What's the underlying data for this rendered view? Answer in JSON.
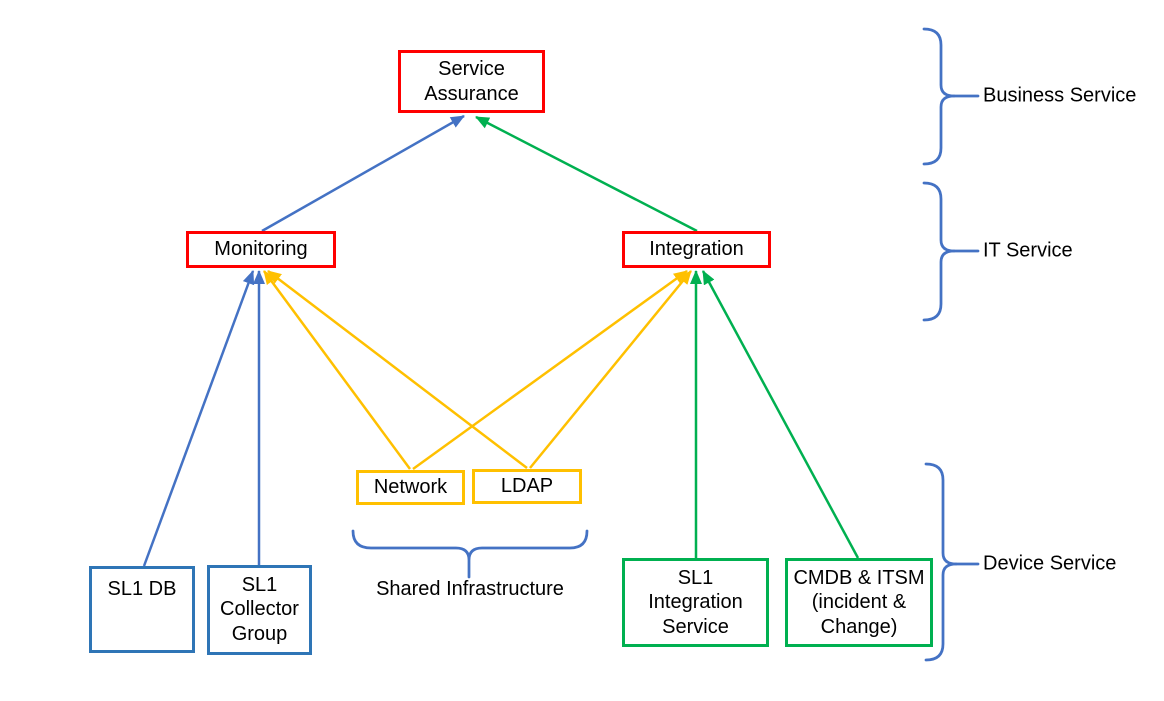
{
  "colors": {
    "red": "#FF0000",
    "blue_line": "#4472C4",
    "blue_box": "#2E75B6",
    "green": "#00B050",
    "yellow": "#FFC000",
    "text": "#000000",
    "background": "#FFFFFF"
  },
  "nodes": {
    "service_assurance": {
      "label": "Service Assurance",
      "border_color": "#FF0000"
    },
    "monitoring": {
      "label": "Monitoring",
      "border_color": "#FF0000"
    },
    "integration": {
      "label": "Integration",
      "border_color": "#FF0000"
    },
    "network": {
      "label": "Network",
      "border_color": "#FFC000"
    },
    "ldap": {
      "label": "LDAP",
      "border_color": "#FFC000"
    },
    "sl1_db": {
      "label": "SL1 DB",
      "border_color": "#2E75B6"
    },
    "sl1_collector_group": {
      "label": "SL1 Collector Group",
      "border_color": "#2E75B6"
    },
    "sl1_integration_service": {
      "label": "SL1 Integration Service",
      "border_color": "#00B050"
    },
    "cmdb_itsm": {
      "label": "CMDB & ITSM (incident & Change)",
      "border_color": "#00B050"
    }
  },
  "tiers": [
    {
      "label": "Business Service",
      "members": [
        "Service Assurance"
      ]
    },
    {
      "label": "IT Service",
      "members": [
        "Monitoring",
        "Integration"
      ]
    },
    {
      "label": "Device Service",
      "members": [
        "SL1 DB",
        "SL1 Collector Group",
        "Network",
        "LDAP",
        "SL1 Integration Service",
        "CMDB & ITSM (incident & Change)"
      ]
    }
  ],
  "shared_infrastructure": {
    "label": "Shared Infrastructure",
    "members": [
      "Network",
      "LDAP"
    ]
  },
  "edges": [
    {
      "from": "Monitoring",
      "to": "Service Assurance",
      "color": "blue",
      "arrow_at": "Service Assurance"
    },
    {
      "from": "Integration",
      "to": "Service Assurance",
      "color": "green",
      "arrow_at": "Service Assurance"
    },
    {
      "from": "SL1 DB",
      "to": "Monitoring",
      "color": "blue",
      "arrow_at": "Monitoring"
    },
    {
      "from": "SL1 Collector Group",
      "to": "Monitoring",
      "color": "blue",
      "arrow_at": "Monitoring"
    },
    {
      "from": "Network",
      "to": "Monitoring",
      "color": "yellow",
      "arrow_at": "Monitoring"
    },
    {
      "from": "LDAP",
      "to": "Monitoring",
      "color": "yellow",
      "arrow_at": "Monitoring"
    },
    {
      "from": "Network",
      "to": "Integration",
      "color": "yellow",
      "arrow_at": "Integration"
    },
    {
      "from": "LDAP",
      "to": "Integration",
      "color": "yellow",
      "arrow_at": "Integration"
    },
    {
      "from": "SL1 Integration Service",
      "to": "Integration",
      "color": "green",
      "arrow_at": "Integration"
    },
    {
      "from": "CMDB & ITSM (incident & Change)",
      "to": "Integration",
      "color": "green",
      "arrow_at": "Integration"
    }
  ]
}
